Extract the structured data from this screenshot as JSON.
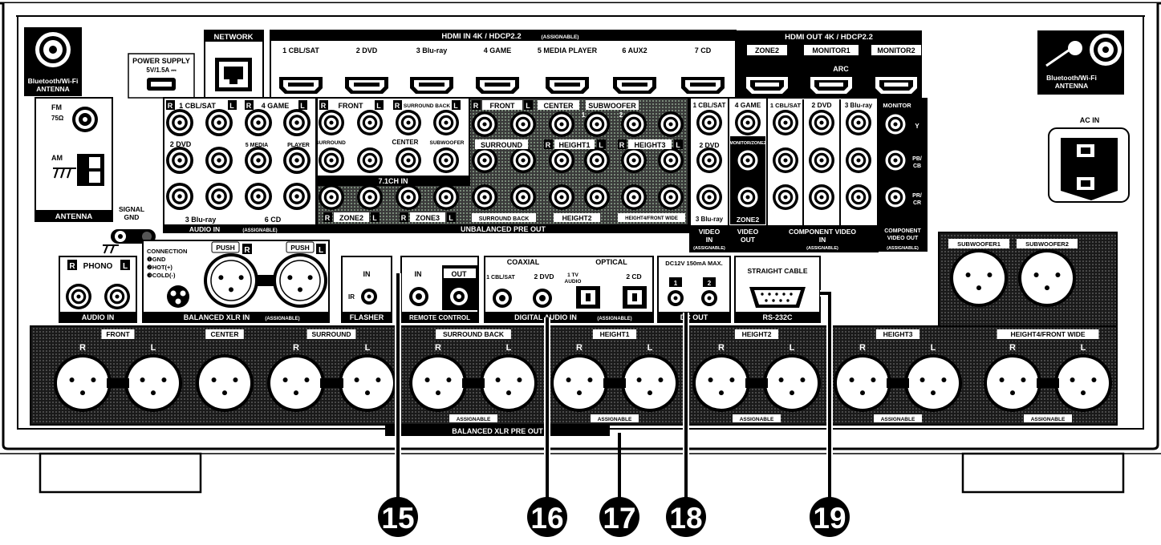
{
  "antenna_left": "Bluetooth/Wi-Fi ANTENNA",
  "antenna_right": "Bluetooth/Wi-Fi ANTENNA",
  "power_supply": {
    "title": "POWER SUPPLY",
    "rating": "5V/1.5A ⎓"
  },
  "network": "NETWORK",
  "hdmi_in": {
    "title": "HDMI IN  4K / HDCP2.2",
    "note": "(ASSIGNABLE)",
    "ports": [
      "1 CBL/SAT",
      "2 DVD",
      "3 Blu-ray",
      "4 GAME",
      "5 MEDIA PLAYER",
      "6 AUX2",
      "7 CD"
    ]
  },
  "hdmi_out": {
    "title": "HDMI OUT  4K / HDCP2.2",
    "ports": [
      "ZONE2",
      "MONITOR1",
      "MONITOR2"
    ],
    "arc": "ARC"
  },
  "antenna_block": {
    "fm": "FM",
    "fm_ohm": "75Ω",
    "am": "AM",
    "title": "ANTENNA"
  },
  "signal_gnd": "SIGNAL GND",
  "ac_in": "AC IN",
  "audio_in": {
    "r": "R",
    "l": "L",
    "labels": [
      "1 CBL/SAT",
      "4 GAME",
      "2 DVD",
      "5 MEDIA",
      "PLAYER",
      "3 Blu-ray",
      "6 CD"
    ],
    "title": "AUDIO IN",
    "note": "(ASSIGNABLE)"
  },
  "ch71_in": {
    "labels": [
      "FRONT",
      "SURROUND BACK",
      "SURROUND",
      "CENTER",
      "SUBWOOFER"
    ],
    "title": "7.1CH IN"
  },
  "pre_out": {
    "labels": [
      "FRONT",
      "CENTER",
      "SUBWOOFER",
      "1",
      "2",
      "SURROUND",
      "HEIGHT1",
      "HEIGHT3",
      "ZONE2",
      "ZONE3",
      "SURROUND BACK",
      "HEIGHT2",
      "HEIGHT4/FRONT WIDE"
    ],
    "title": "UNBALANCED PRE OUT"
  },
  "video_in": {
    "labels": [
      "1 CBL/SAT",
      "4 GAME",
      "2 DVD",
      "3 Blu-ray"
    ],
    "title": "VIDEO IN",
    "note": "(ASSIGNABLE)"
  },
  "video_out": {
    "labels": [
      "MONITOR/ZONE2",
      "ZONE2"
    ],
    "title": "VIDEO OUT"
  },
  "component_in": {
    "labels": [
      "1 CBL/SAT",
      "2 DVD",
      "3 Blu-ray"
    ],
    "title": "COMPONENT VIDEO IN",
    "note": "(ASSIGNABLE)"
  },
  "component_out": {
    "labels": [
      "MONITOR",
      "Y",
      "PB/ CB",
      "PR/ CR"
    ],
    "title": "COMPONENT VIDEO OUT",
    "note": "(ASSIGNABLE)"
  },
  "phono": {
    "r": "R",
    "label": "PHONO",
    "l": "L",
    "title": "AUDIO IN"
  },
  "xlr_in": {
    "connection": [
      "CONNECTION",
      "❶GND",
      "❷HOT(+)",
      "❸COLD(-)"
    ],
    "push": "PUSH",
    "title": "BALANCED XLR IN",
    "note": "(ASSIGNABLE)"
  },
  "flasher": {
    "in": "IN",
    "ir": "IR",
    "title": "FLASHER"
  },
  "remote": {
    "in": "IN",
    "out": "OUT",
    "title": "REMOTE CONTROL"
  },
  "digital": {
    "coaxial": "COAXIAL",
    "optical": "OPTICAL",
    "ports": [
      "1 CBL/SAT",
      "2 DVD",
      "1 TV AUDIO",
      "2 CD"
    ],
    "title": "DIGITAL AUDIO IN",
    "note": "(ASSIGNABLE)"
  },
  "dc_out": {
    "spec": "DC12V 150mA MAX.",
    "ports": [
      "1",
      "2"
    ],
    "title": "DC OUT"
  },
  "rs232c": {
    "cable": "STRAIGHT CABLE",
    "title": "RS-232C"
  },
  "subwoofer_xlr": [
    "SUBWOOFER1",
    "SUBWOOFER2"
  ],
  "xlr_out": {
    "groups": [
      "FRONT",
      "CENTER",
      "SURROUND",
      "SURROUND BACK",
      "HEIGHT1",
      "HEIGHT2",
      "HEIGHT3",
      "HEIGHT4/FRONT WIDE"
    ],
    "r": "R",
    "l": "L",
    "assignable": "ASSIGNABLE",
    "title": "BALANCED XLR PRE OUT"
  },
  "callouts": [
    "15",
    "16",
    "17",
    "18",
    "19"
  ]
}
